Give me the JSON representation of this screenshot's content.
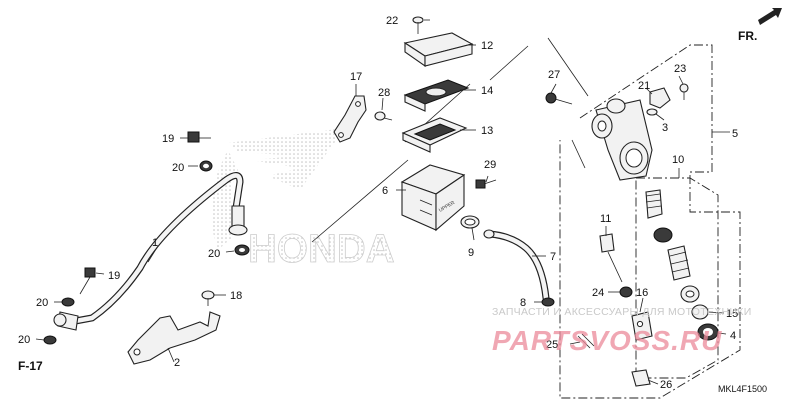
{
  "diagram": {
    "direction_label": "FR.",
    "reference_label": "F-17",
    "diagram_code": "MKL4F1500",
    "brand_watermark": "HONDA",
    "shop_watermark_line1": "ЗАПЧАСТИ И АКСЕССУАРЫ ДЛЯ МОТОТЕХНИКИ",
    "shop_watermark_line2": "PARTSVOSS.RU",
    "callouts": {
      "c1": "1",
      "c2": "2",
      "c3": "3",
      "c4": "4",
      "c5": "5",
      "c6": "6",
      "c7": "7",
      "c8": "8",
      "c9": "9",
      "c10": "10",
      "c11": "11",
      "c12": "12",
      "c13": "13",
      "c14": "14",
      "c15": "15",
      "c16": "16",
      "c17": "17",
      "c18": "18",
      "c19a": "19",
      "c19b": "19",
      "c20a": "20",
      "c20b": "20",
      "c20c": "20",
      "c20d": "20",
      "c21": "21",
      "c22": "22",
      "c23": "23",
      "c24": "24",
      "c25": "25",
      "c26": "26",
      "c27": "27",
      "c28": "28",
      "c29": "29"
    }
  }
}
